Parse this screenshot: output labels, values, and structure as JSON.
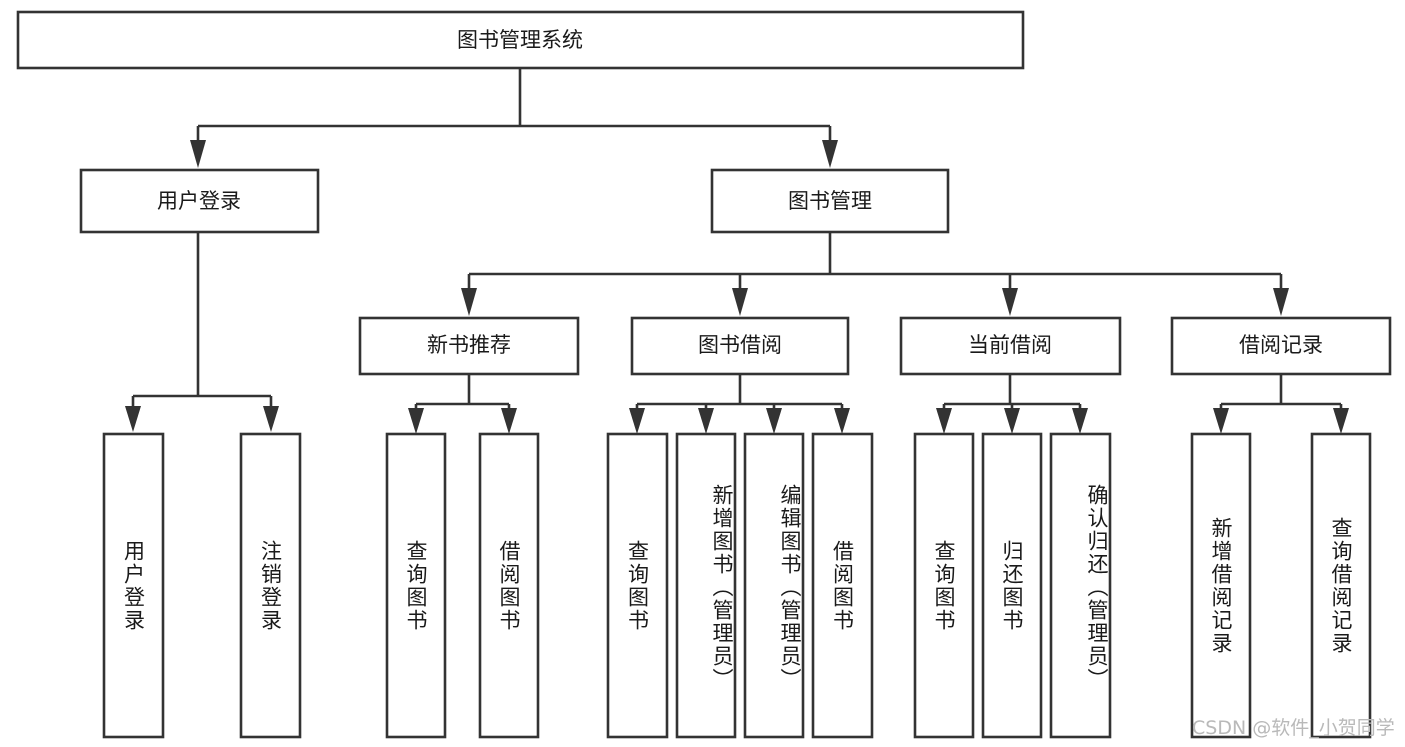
{
  "diagram": {
    "title": "图书管理系统",
    "type": "hierarchy-tree",
    "root": {
      "id": "root",
      "label": "图书管理系统",
      "orientation": "horizontal"
    },
    "level2": [
      {
        "id": "user-login",
        "label": "用户登录",
        "orientation": "horizontal"
      },
      {
        "id": "book-manage",
        "label": "图书管理",
        "orientation": "horizontal"
      }
    ],
    "level3": [
      {
        "id": "new-book-recommend",
        "label": "新书推荐",
        "orientation": "horizontal",
        "parent": "book-manage"
      },
      {
        "id": "book-borrow",
        "label": "图书借阅",
        "orientation": "horizontal",
        "parent": "book-manage"
      },
      {
        "id": "current-borrow",
        "label": "当前借阅",
        "orientation": "horizontal",
        "parent": "book-manage"
      },
      {
        "id": "borrow-record",
        "label": "借阅记录",
        "orientation": "horizontal",
        "parent": "book-manage"
      }
    ],
    "leaves": [
      {
        "id": "leaf-user-login",
        "label": "用户登录",
        "orientation": "vertical",
        "parent": "user-login"
      },
      {
        "id": "leaf-user-logout",
        "label": "注销登录",
        "orientation": "vertical",
        "parent": "user-login"
      },
      {
        "id": "leaf-query-book-1",
        "label": "查询图书",
        "orientation": "vertical",
        "parent": "new-book-recommend"
      },
      {
        "id": "leaf-borrow-book-1",
        "label": "借阅图书",
        "orientation": "vertical",
        "parent": "new-book-recommend"
      },
      {
        "id": "leaf-query-book-2",
        "label": "查询图书",
        "orientation": "vertical",
        "parent": "book-borrow"
      },
      {
        "id": "leaf-add-book",
        "label": "新增图书（管理员）",
        "orientation": "vertical",
        "parent": "book-borrow"
      },
      {
        "id": "leaf-edit-book",
        "label": "编辑图书（管理员）",
        "orientation": "vertical",
        "parent": "book-borrow"
      },
      {
        "id": "leaf-borrow-book-2",
        "label": "借阅图书",
        "orientation": "vertical",
        "parent": "book-borrow"
      },
      {
        "id": "leaf-query-book-3",
        "label": "查询图书",
        "orientation": "vertical",
        "parent": "current-borrow"
      },
      {
        "id": "leaf-return-book",
        "label": "归还图书",
        "orientation": "vertical",
        "parent": "current-borrow"
      },
      {
        "id": "leaf-confirm-return",
        "label": "确认归还（管理员）",
        "orientation": "vertical",
        "parent": "current-borrow"
      },
      {
        "id": "leaf-add-record",
        "label": "新增借阅记录",
        "orientation": "vertical",
        "parent": "borrow-record"
      },
      {
        "id": "leaf-query-record",
        "label": "查询借阅记录",
        "orientation": "vertical",
        "parent": "borrow-record"
      }
    ],
    "colors": {
      "stroke": "#333333",
      "fill": "#ffffff",
      "text": "#1a1a1a",
      "watermark": "#b9b9b9"
    }
  },
  "watermark": {
    "text": "CSDN @软件_小贺同学"
  }
}
